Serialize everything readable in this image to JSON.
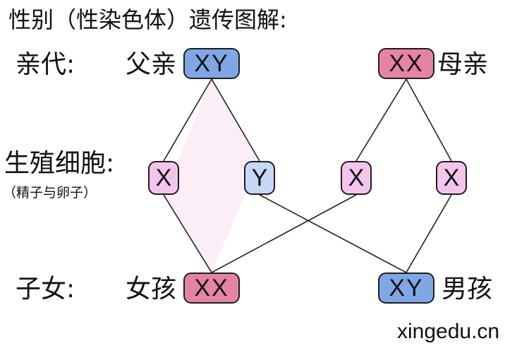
{
  "title": "性别（性染色体）遗传图解:",
  "row_labels": {
    "parents": "亲代:",
    "gametes": "生殖细胞:",
    "gametes_sub": "（精子与卵子）",
    "offspring": "子女:"
  },
  "people": {
    "father": "父亲",
    "mother": "母亲",
    "girl": "女孩",
    "boy": "男孩"
  },
  "chromosomes": {
    "father": "XY",
    "mother": "XX",
    "sperm_x": "X",
    "sperm_y": "Y",
    "egg_1": "X",
    "egg_2": "X",
    "girl": "XX",
    "boy": "XY"
  },
  "colors": {
    "male_pair": "#7fa7e6",
    "female_pair": "#e583a3",
    "x_gamete": "#f3c4ec",
    "y_gamete": "#c6d7f7",
    "shade": "#fbeef7",
    "line": "#222222"
  },
  "watermark": "xingedu.cn"
}
